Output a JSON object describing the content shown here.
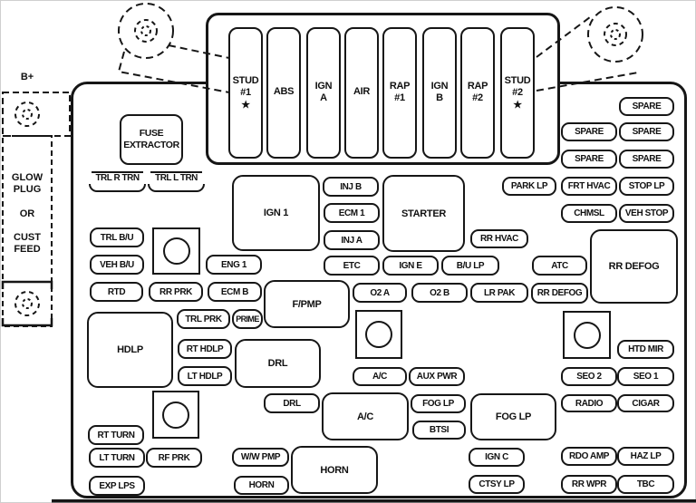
{
  "side_notes": {
    "b_plus": "B+",
    "glow_plug": "GLOW\nPLUG\n\nOR\n\nCUST\nFEED"
  },
  "fuse_extractor_label": "FUSE\nEXTRACTOR",
  "trailer_fuses": {
    "trl_r_trn": "TRL R TRN",
    "trl_l_trn": "TRL L TRN"
  },
  "maxi_fuses": [
    {
      "label": "STUD\n#1",
      "star": "★"
    },
    {
      "label": "ABS"
    },
    {
      "label": "IGN\nA"
    },
    {
      "label": "AIR"
    },
    {
      "label": "RAP\n#1"
    },
    {
      "label": "IGN\nB"
    },
    {
      "label": "RAP\n#2"
    },
    {
      "label": "STUD\n#2",
      "star": "★"
    }
  ],
  "large_fuses": {
    "ign1": "IGN 1",
    "starter": "STARTER",
    "fpmp": "F/PMP",
    "rr_defog": "RR DEFOG",
    "hdlp": "HDLP",
    "drl": "DRL",
    "ac": "A/C",
    "fog_lp": "FOG LP",
    "horn": "HORN"
  },
  "mini_fuses": {
    "trl_bu": "TRL B/U",
    "veh_bu": "VEH B/U",
    "eng1": "ENG 1",
    "rtd": "RTD",
    "rr_prk": "RR PRK",
    "ecm_b": "ECM B",
    "trl_prk": "TRL PRK",
    "prime": "PRIME",
    "rt_hdlp": "RT HDLP",
    "lt_hdlp": "LT HDLP",
    "rt_turn": "RT TURN",
    "lt_turn": "LT TURN",
    "rf_prk": "RF PRK",
    "exp_lps": "EXP LPS",
    "inj_b": "INJ B",
    "ecm1": "ECM 1",
    "inj_a": "INJ A",
    "etc": "ETC",
    "ign_e": "IGN E",
    "bu_lp": "B/U LP",
    "o2a": "O2 A",
    "o2b": "O2 B",
    "lr_pak": "LR PAK",
    "rr_defog": "RR DEFOG",
    "rr_hvac": "RR HVAC",
    "atc": "ATC",
    "ac": "A/C",
    "aux_pwr": "AUX PWR",
    "drl": "DRL",
    "fog_lp": "FOG LP",
    "btsi": "BTSI",
    "ww_pmp": "W/W PMP",
    "horn": "HORN",
    "ign_c": "IGN C",
    "ctsy_lp": "CTSY LP",
    "spare": "SPARE",
    "park_lp": "PARK LP",
    "frt_hvac": "FRT HVAC",
    "stop_lp": "STOP LP",
    "chmsl": "CHMSL",
    "veh_stop": "VEH STOP",
    "htd_mir": "HTD MIR",
    "seo2": "SEO 2",
    "seo1": "SEO 1",
    "radio": "RADIO",
    "cigar": "CIGAR",
    "rdo_amp": "RDO AMP",
    "haz_lp": "HAZ LP",
    "rr_wpr": "RR WPR",
    "tbc": "TBC"
  }
}
